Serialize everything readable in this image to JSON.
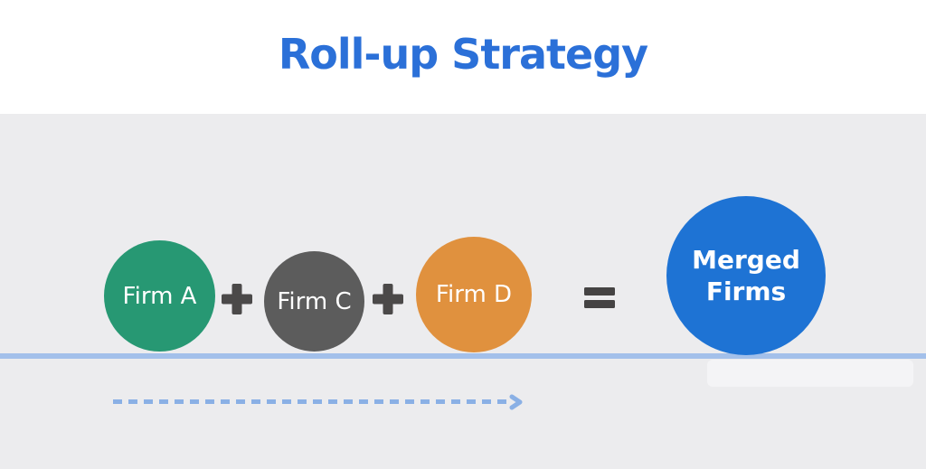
{
  "header": {
    "title": "Roll-up Strategy",
    "title_color": "#2b70d8"
  },
  "diagram": {
    "background_color": "#ececee",
    "baseline_color": "#a3c0ea",
    "firms": [
      {
        "label": "Firm A",
        "color": "#279873"
      },
      {
        "label": "Firm C",
        "color": "#5c5c5c"
      },
      {
        "label": "Firm D",
        "color": "#e0913e"
      }
    ],
    "operators": {
      "plus_icon": "plus",
      "equals_icon": "equals"
    },
    "result": {
      "label": "Merged Firms",
      "color": "#1e73d4",
      "text_color": "#ffffff"
    },
    "flow_arrow": {
      "style": "dashed",
      "direction": "right",
      "color": "#8ab0e5"
    }
  }
}
